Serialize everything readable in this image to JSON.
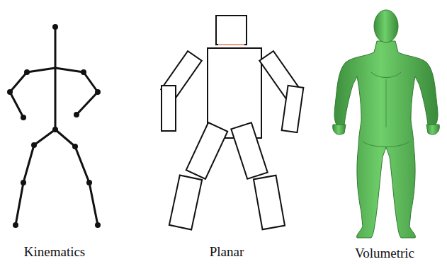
{
  "diagram": {
    "labels": [
      "Kinematics",
      "Planar",
      "Volumetric"
    ]
  }
}
